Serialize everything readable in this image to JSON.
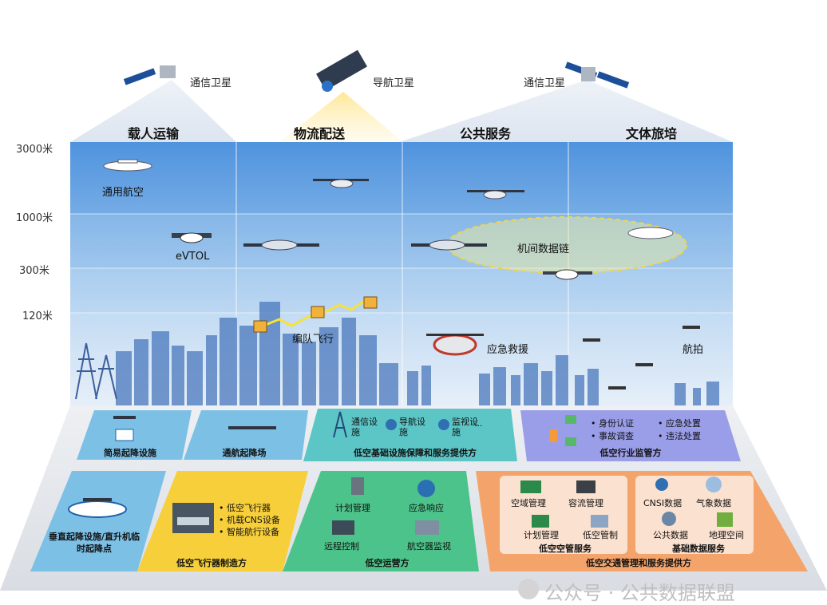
{
  "satellites": {
    "left": "通信卫星",
    "middle": "导航卫星",
    "right": "通信卫星"
  },
  "columns": [
    "载人运输",
    "物流配送",
    "公共服务",
    "文体旅培"
  ],
  "altitudes": [
    "3000米",
    "1000米",
    "300米",
    "120米"
  ],
  "sky_labels": {
    "general_aviation": "通用航空",
    "evtol": "eVTOL",
    "formation": "编队飞行",
    "datalink": "机间数据链",
    "rescue": "应急救援",
    "aerial_photo": "航拍"
  },
  "ground_row1": {
    "simple_pad": "简易起降设施",
    "ga_airport": "通航起降场",
    "infra": {
      "title": "低空基础设施保障和服务提供方",
      "items": [
        "通信设施",
        "导航设施",
        "监视设施"
      ],
      "more": "···"
    },
    "regulator": {
      "title": "低空行业监管方",
      "items": [
        "身份认证",
        "应急处置",
        "事故调查",
        "违法处置"
      ]
    }
  },
  "ground_row2": {
    "vertiport": "垂直起降设施/直升机临时起降点",
    "manufacturer": {
      "title": "低空飞行器制造方",
      "items": [
        "低空飞行器",
        "机载CNS设备",
        "智能航行设备"
      ]
    },
    "operator": {
      "title": "低空运营方",
      "items": [
        "计划管理",
        "应急响应",
        "远程控制",
        "航空器监视"
      ]
    },
    "traffic": {
      "title": "低空交通管理和服务提供方",
      "atm": {
        "title": "低空空管服务",
        "items": [
          "空域管理",
          "容流管理",
          "计划管理",
          "低空管制"
        ]
      },
      "data": {
        "title": "基础数据服务",
        "items": [
          "CNSI数据",
          "气象数据",
          "公共数据",
          "地理空间"
        ]
      }
    }
  },
  "watermark": "公众号 · 公共数据联盟",
  "colors": {
    "sky_top": "#5b9be0",
    "sky_bottom": "#d5e5f6",
    "tile_blue": "#7cc0e6",
    "tile_teal": "#5cc6c7",
    "tile_purple": "#9a9ee8",
    "tile_yellow": "#f7cf3a",
    "tile_green": "#4cc38a",
    "tile_orange": "#f4a46a"
  }
}
